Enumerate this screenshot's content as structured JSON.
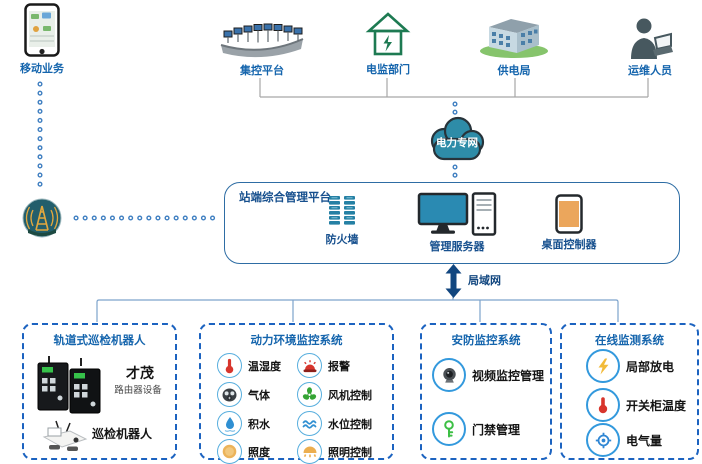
{
  "top_nodes": {
    "mobile": {
      "label": "移动业务",
      "icon": "smartphone-icon"
    },
    "control_platform": {
      "label": "集控平台",
      "icon": "control-room-icon"
    },
    "power_supervision": {
      "label": "电监部门",
      "icon": "power-house-icon"
    },
    "power_bureau": {
      "label": "供电局",
      "icon": "building-icon"
    },
    "ops_staff": {
      "label": "运维人员",
      "icon": "operator-icon"
    }
  },
  "wireless": {
    "icon": "radio-tower-icon"
  },
  "cloud": {
    "label": "电力专网"
  },
  "platform": {
    "title": "站端综合管理平台",
    "items": [
      {
        "label": "防火墙",
        "icon": "firewall-icon"
      },
      {
        "label": "管理服务器",
        "icon": "server-icon"
      },
      {
        "label": "桌面控制器",
        "icon": "tablet-icon"
      }
    ]
  },
  "lan": {
    "label": "局域网"
  },
  "subsystems": [
    {
      "title": "轨道式巡检机器人",
      "router_name": "才茂",
      "router_desc": "路由器设备",
      "robot_label": "巡检机器人"
    },
    {
      "title": "动力环境监控系统",
      "items": [
        {
          "label": "温湿度",
          "icon": "thermometer-icon"
        },
        {
          "label": "气体",
          "icon": "gas-mask-icon"
        },
        {
          "label": "积水",
          "icon": "water-drop-icon"
        },
        {
          "label": "照度",
          "icon": "illuminance-icon"
        },
        {
          "label": "报警",
          "icon": "alarm-icon"
        },
        {
          "label": "风机控制",
          "icon": "fan-icon"
        },
        {
          "label": "水位控制",
          "icon": "water-level-icon"
        },
        {
          "label": "照明控制",
          "icon": "lamp-icon"
        }
      ]
    },
    {
      "title": "安防监控系统",
      "items": [
        {
          "label": "视频监控管理",
          "icon": "camera-icon"
        },
        {
          "label": "门禁管理",
          "icon": "key-icon"
        }
      ]
    },
    {
      "title": "在线监测系统",
      "items": [
        {
          "label": "局部放电",
          "icon": "lightning-icon"
        },
        {
          "label": "开关柜温度",
          "icon": "thermometer-icon"
        },
        {
          "label": "电气量",
          "icon": "gauge-icon"
        }
      ]
    }
  ],
  "colors": {
    "label_blue": "#1565ad",
    "title_navy": "#17508e",
    "dashed_border": "#1c63c0",
    "cloud_fill": "#2e8ca8",
    "lan_arrow": "#11467f",
    "teal_device": "#2580a4",
    "tablet_orange": "#eba65c"
  }
}
